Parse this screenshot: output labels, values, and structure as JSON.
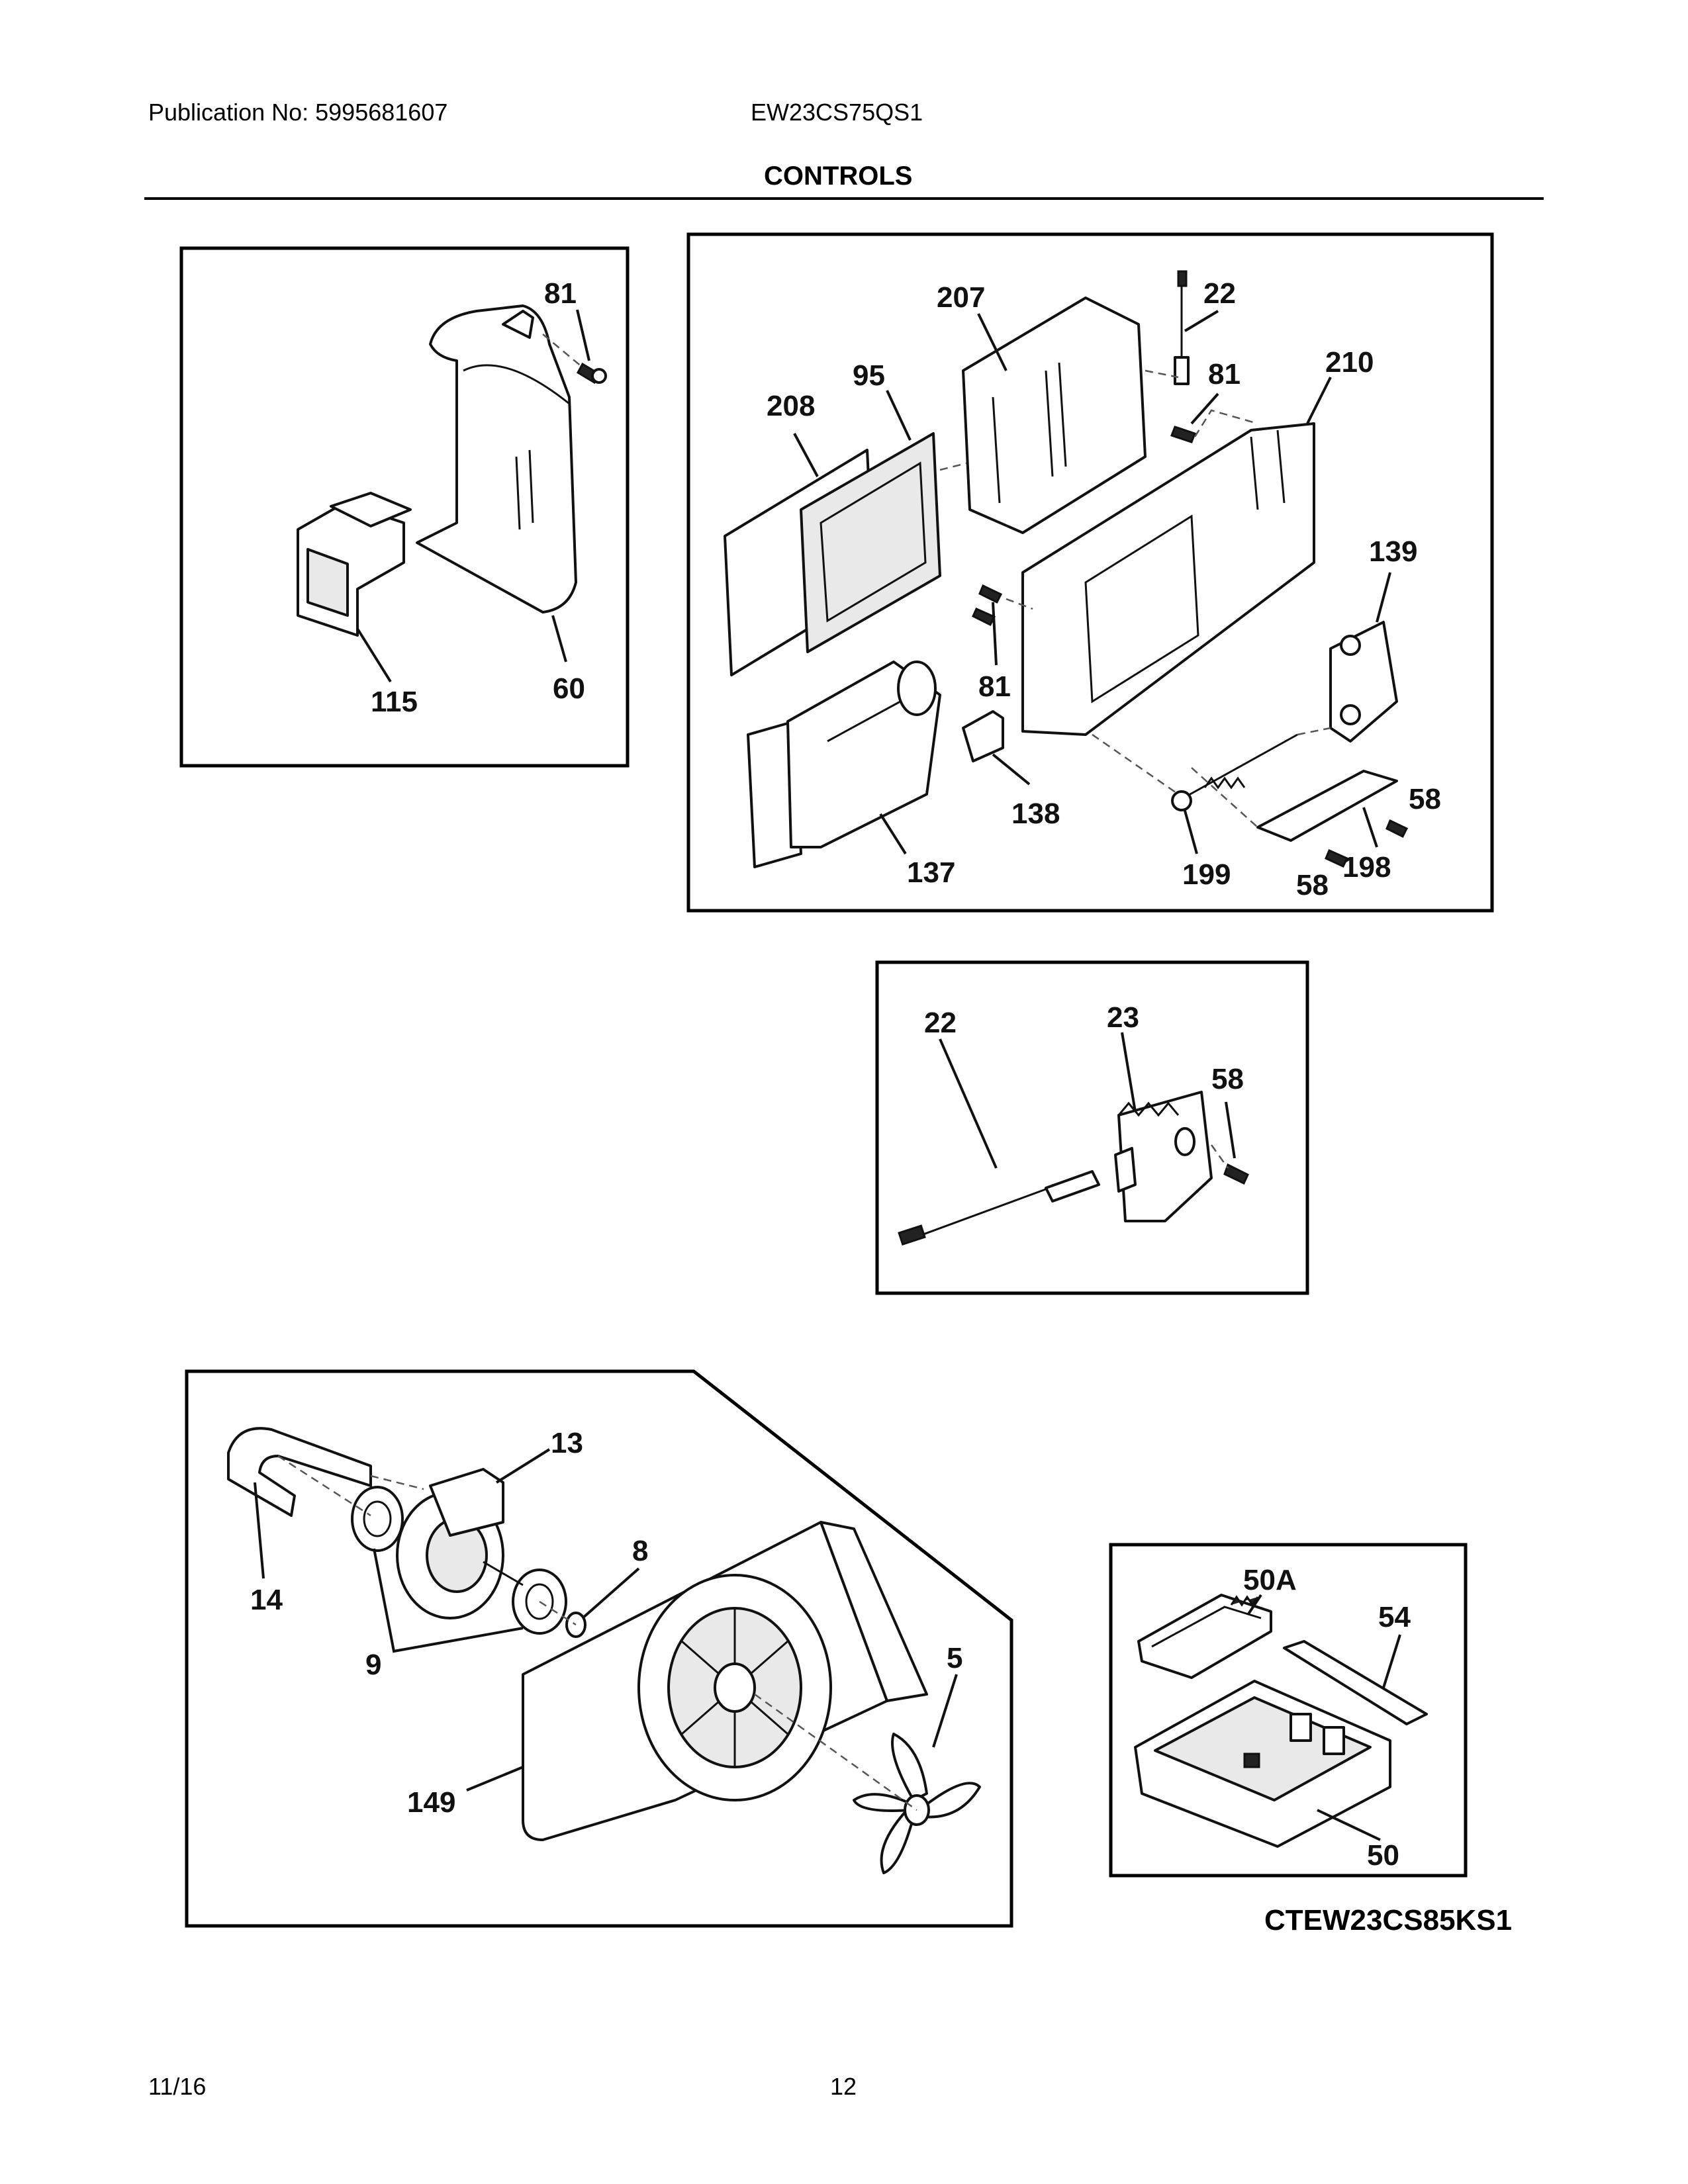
{
  "header": {
    "publication": "Publication No: 5995681607",
    "model": "EW23CS75QS1",
    "section_title": "CONTROLS"
  },
  "footer": {
    "date": "11/16",
    "page_number": "12"
  },
  "caption": "CTEW23CS85KS1",
  "callouts": {
    "p1_81": "81",
    "p1_115": "115",
    "p1_60": "60",
    "p2_207": "207",
    "p2_22": "22",
    "p2_81a": "81",
    "p2_210": "210",
    "p2_95": "95",
    "p2_208": "208",
    "p2_139": "139",
    "p2_81b": "81",
    "p2_138": "138",
    "p2_137": "137",
    "p2_199": "199",
    "p2_58a": "58",
    "p2_198": "198",
    "p2_58b": "58",
    "p3_22": "22",
    "p3_23": "23",
    "p3_58": "58",
    "p4_13": "13",
    "p4_14": "14",
    "p4_8": "8",
    "p4_9": "9",
    "p4_5": "5",
    "p4_149": "149",
    "p5_50A": "50A",
    "p5_54": "54",
    "p5_50": "50"
  }
}
